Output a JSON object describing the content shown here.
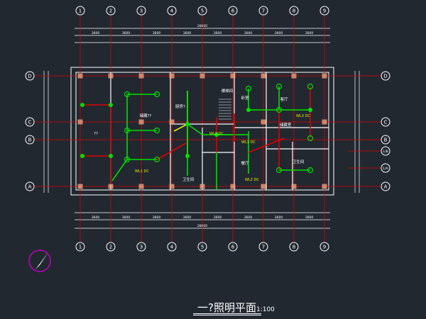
{
  "drawing": {
    "title": "一?照明平面",
    "scale": "1:100",
    "column_axes": [
      "1",
      "2",
      "3",
      "4",
      "5",
      "6",
      "7",
      "8",
      "9"
    ],
    "row_axes": [
      "D",
      "C",
      "B",
      "A"
    ],
    "extra_right_axes": [
      "1/B",
      "1/A"
    ],
    "overall_dimension": "28800",
    "bay_dimension": "3600",
    "rooms": [
      "??",
      "储藏??",
      "厨房?",
      "卫生间",
      "卧室",
      "餐厅",
      "客厅",
      "储藏室",
      "卫生间",
      "楼梯间"
    ],
    "circuit_labels": [
      "WL1 DC",
      "WL2 DC",
      "WL3 DC",
      "WL1 DC",
      "WL2 DC"
    ],
    "colors": {
      "background": "#212830",
      "axis": "#e00000",
      "wall": "#ffffff",
      "circuit_green": "#00e000",
      "circuit_red": "#e00000",
      "circuit_yellow": "#f0f000",
      "column": "#e8a080",
      "compass": "#c000c0"
    }
  }
}
